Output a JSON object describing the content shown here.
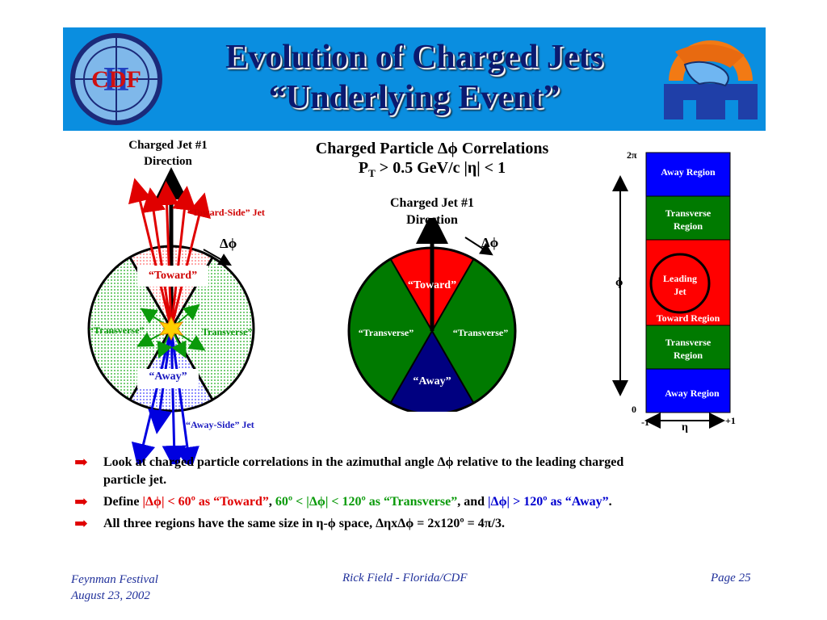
{
  "header": {
    "title_line1": "Evolution of Charged Jets",
    "title_line2": "“Underlying Event”",
    "logo_left_text": "CDF",
    "logo_left_numeral": "II"
  },
  "left_diagram": {
    "jet_direction_line1": "Charged Jet #1",
    "jet_direction_line2": "Direction",
    "toward_side_jet": "“Toward-Side” Jet",
    "away_side_jet": "“Away-Side” Jet",
    "delta_phi": "Δϕ",
    "toward": "“Toward”",
    "transverse_left": "“Transverse”",
    "transverse_right": "Transverse”",
    "away": "“Away”"
  },
  "center_diagram": {
    "title_line1": "Charged Particle Δϕ Correlations",
    "title_line2_pre": "P",
    "title_line2_sub": "T",
    "title_line2_post": " > 0.5 GeV/c |η| < 1",
    "jet_direction_line1": "Charged Jet #1",
    "jet_direction_line2": "Direction",
    "delta_phi": "Δϕ",
    "toward": "“Toward”",
    "transverse_left": "“Transverse”",
    "transverse_right": "“Transverse”",
    "away": "“Away”"
  },
  "right_diagram": {
    "top_label": "2π",
    "bottom_label": "0",
    "phi_label": "ϕ",
    "eta_label": "η",
    "eta_min": "-1",
    "eta_max": "+1",
    "away_top": "Away Region",
    "transverse_top_1": "Transverse",
    "transverse_top_2": "Region",
    "leading_jet_1": "Leading",
    "leading_jet_2": "Jet",
    "toward_region": "Toward Region",
    "transverse_bottom_1": "Transverse",
    "transverse_bottom_2": "Region",
    "away_bottom": "Away Region"
  },
  "bullets": {
    "b1_line1": "Look at charged particle correlations in the azimuthal angle Δϕ relative to the leading charged",
    "b1_line2": "particle jet.",
    "b2_define": "Define ",
    "b2_toward": "|Δϕ| < 60º as “Toward”",
    "b2_sep1": ", ",
    "b2_transverse": "60º < |Δϕ| < 120º as “Transverse”",
    "b2_sep2": ", and ",
    "b2_away": "|Δϕ| > 120º as “Away”",
    "b2_end": ".",
    "b3": "All three regions have the same size in η-ϕ space, ΔηxΔϕ = 2x120º = 4π/3."
  },
  "footer": {
    "left_line1": "Feynman Festival",
    "left_line2": "August 23, 2002",
    "center": "Rick Field - Florida/CDF",
    "right": "Page 25"
  },
  "colors": {
    "header_bg": "#0a8ee0",
    "title": "#0b1a70",
    "toward_red": "#ff0000",
    "transverse_green": "#007a00",
    "away_navy": "#000080",
    "region_blue": "#0000ff",
    "footer_text": "#1f2f9a"
  }
}
